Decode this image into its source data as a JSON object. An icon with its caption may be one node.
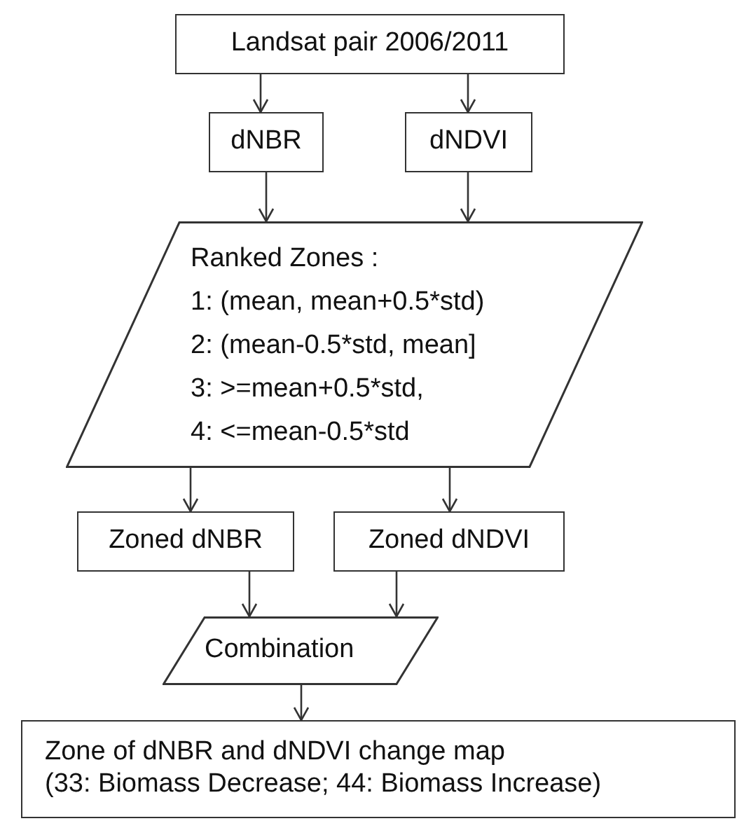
{
  "diagram": {
    "nodes": [
      {
        "text": [
          "Landsat pair 2006/2011"
        ]
      },
      {
        "text": [
          "dNBR"
        ]
      },
      {
        "text": [
          "dNDVI"
        ]
      },
      {
        "text": [
          "Ranked Zones :",
          "1: (mean, mean+0.5*std)",
          "2: (mean-0.5*std, mean]",
          "3: >=mean+0.5*std,",
          "4: <=mean-0.5*std"
        ]
      },
      {
        "text": [
          "Zoned dNBR"
        ]
      },
      {
        "text": [
          "Zoned dNDVI"
        ]
      },
      {
        "text": [
          "Combination"
        ]
      },
      {
        "text": [
          "Zone of dNBR and dNDVI change map",
          "(33: Biomass Decrease; 44: Biomass Increase)"
        ]
      }
    ],
    "edges": [
      {
        "from": 0,
        "to": 1,
        "arrow": "to"
      },
      {
        "from": 0,
        "to": 2,
        "arrow": "to"
      },
      {
        "from": 1,
        "to": 3,
        "arrow": "to"
      },
      {
        "from": 2,
        "to": 3,
        "arrow": "to"
      },
      {
        "from": 3,
        "to": 4,
        "arrow": "to"
      },
      {
        "from": 3,
        "to": 5,
        "arrow": "to"
      },
      {
        "from": 4,
        "to": 6,
        "arrow": "to"
      },
      {
        "from": 5,
        "to": 6,
        "arrow": "to"
      },
      {
        "from": 6,
        "to": 7,
        "arrow": "to"
      }
    ]
  }
}
